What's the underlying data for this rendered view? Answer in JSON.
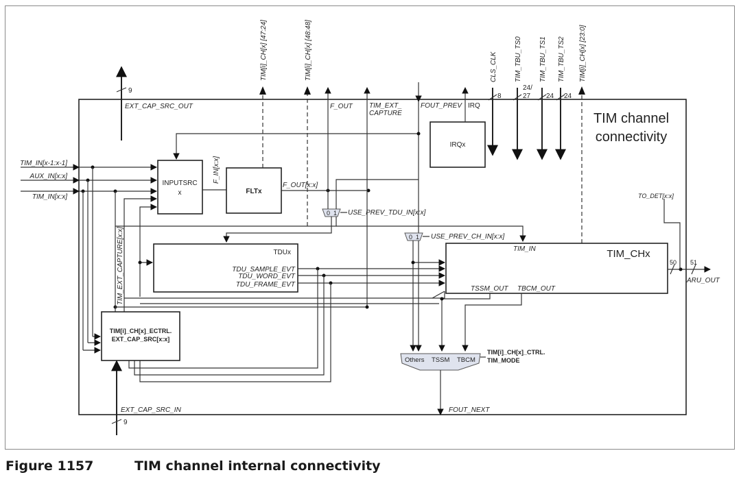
{
  "figure": {
    "number": "Figure 1157",
    "title": "TIM channel internal connectivity"
  },
  "diagram": {
    "heading_line1": "TIM channel",
    "heading_line2": "connectivity",
    "blocks": {
      "inputsrc_line1": "INPUTSRC",
      "inputsrc_line2": "x",
      "fltx": "FLTx",
      "irqx": "IRQx",
      "tdux": "TDUx",
      "tim_chx": "TIM_CHx",
      "ectrl_line1": "TIM[i]_CH[x]_ECTRL.",
      "ectrl_line2": "EXT_CAP_SRC[x:x]"
    },
    "left_inputs": [
      "TIM_IN[x-1:x-1]",
      "AUX_IN[x:x]",
      "TIM_IN[x:x]"
    ],
    "top_signals": {
      "ext_cap_src_out": "EXT_CAP_SRC_OUT",
      "ext_cap_src_out_width": "9",
      "tim_ch_47_24": "TIM[i]_CH[x] [47:24]",
      "tim_ch_48_48": "TIM[i]_CH[x] [48:48]",
      "f_out": "F_OUT",
      "tim_ext_capture_line1": "TIM_EXT_",
      "tim_ext_capture_line2": "CAPTURE",
      "fout_prev": "FOUT_PREV",
      "irq": "IRQ",
      "cls_clk": "CLS_CLK",
      "cls_clk_width": "8",
      "tbu_ts0": "TIM_TBU_TS0",
      "tbu_ts0_width_line1": "24/",
      "tbu_ts0_width_line2": "27",
      "tbu_ts1": "TIM_TBU_TS1",
      "tbu_ts1_width": "24",
      "tbu_ts2": "TIM_TBU_TS2",
      "tbu_ts2_width": "24",
      "tim_ch_23_0": "TIM[i]_CH[x] [23:0]"
    },
    "internal_signals": {
      "f_in": "F_IN[x:x]",
      "f_out_xx": "F_OUT[x:x]",
      "use_prev_tdu_in": "USE_PREV_TDU_IN[x:x]",
      "use_prev_ch_in": "USE_PREV_CH_IN[x:x]",
      "mux_0": "0",
      "mux_1": "1",
      "tim_in": "TIM_IN",
      "tdu_sample_evt": "TDU_SAMPLE_EVT",
      "tdu_word_evt": "TDU_WORD_EVT",
      "tdu_frame_evt": "TDU_FRAME_EVT",
      "tssm_out": "TSSM_OUT",
      "tbcm_out": "TBCM_OUT",
      "tim_ext_capture_xx": "TIM_EXT_CAPTURE[x:x]",
      "to_det": "TO_DET[x:x]",
      "aru_width_in": "50",
      "aru_width_out": "51",
      "aru_out": "ARU_OUT"
    },
    "mode_mux": {
      "options": [
        "Others",
        "TSSM",
        "TBCM"
      ],
      "ctrl_line1": "TIM[i]_CH[x]_CTRL.",
      "ctrl_line2": "TIM_MODE"
    },
    "bottom_signals": {
      "ext_cap_src_in": "EXT_CAP_SRC_IN",
      "ext_cap_src_in_width": "9",
      "fout_next": "FOUT_NEXT"
    }
  }
}
